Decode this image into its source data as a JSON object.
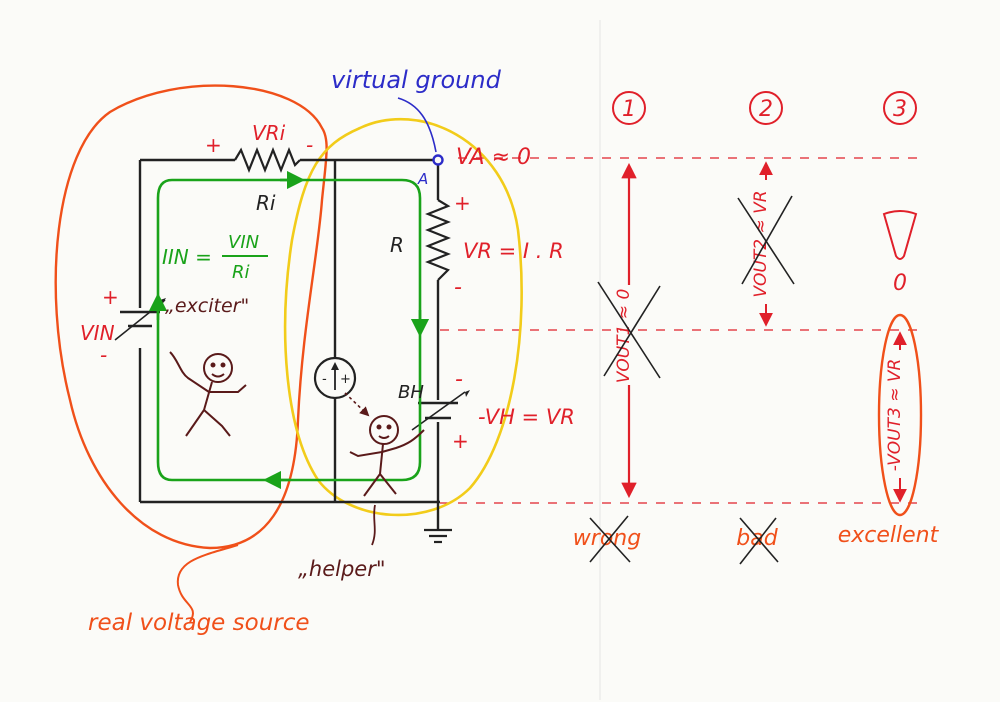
{
  "colors": {
    "wire": "#222222",
    "loop": "#1aa31a",
    "red": "#e0202a",
    "orange": "#f0501a",
    "yellow": "#f2cc1a",
    "blue": "#2c2cc8",
    "figure": "#5a1a1a",
    "brown": "#6b2a2a"
  },
  "labels": {
    "virtual_ground": "virtual ground",
    "node_a": "A",
    "va": "VA ≈ 0",
    "vri": "VRi",
    "ri_resistor": "Ri",
    "r_resistor": "R",
    "vr_eq": "VR = I . R",
    "iin_num": "VIN",
    "iin_lhs": "IIN =",
    "iin_den": "Ri",
    "vin": "VIN",
    "exciter": "„exciter\"",
    "helper": "„helper\"",
    "bh": "BH",
    "vh_eq": "-VH = VR",
    "real_source": "real voltage source"
  },
  "polarity": {
    "plus": "+",
    "minus": "-"
  },
  "cases": [
    {
      "number": "1",
      "measure": "VOUT1 ≈ 0",
      "verdict": "wrong"
    },
    {
      "number": "2",
      "measure": "VOUT2 ≈ VR",
      "verdict": "bad"
    },
    {
      "number": "3",
      "measure": "-VOUT3 ≈ VR",
      "verdict": "excellent",
      "probe_value": "0"
    }
  ]
}
